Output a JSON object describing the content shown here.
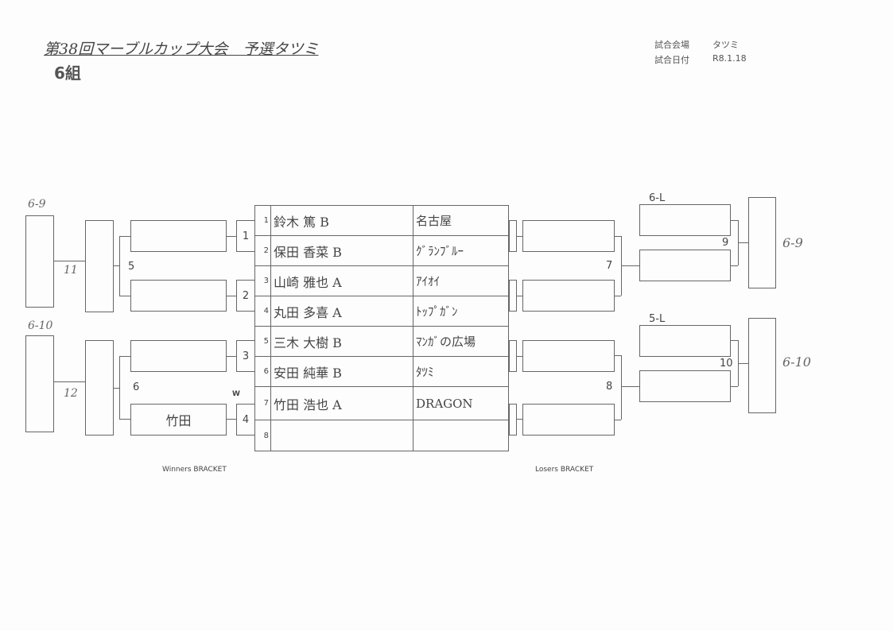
{
  "header": {
    "title": "第38回マーブルカップ大会　予選タツミ",
    "group": "6組",
    "venue_label": "試合会場",
    "venue": "タツミ",
    "date_label": "試合日付",
    "date": "R8.1.18"
  },
  "entries": [
    {
      "seed": "1",
      "name": "鈴木 篤 B",
      "team": "名古屋"
    },
    {
      "seed": "2",
      "name": "保田 香菜 B",
      "team": "ｸﾞﾗﾝﾌﾞﾙｰ"
    },
    {
      "seed": "3",
      "name": "山崎 雅也 A",
      "team": "ｱｲｵｲ"
    },
    {
      "seed": "4",
      "name": "丸田 多喜 A",
      "team": "ﾄｯﾌﾟｶﾞﾝ"
    },
    {
      "seed": "5",
      "name": "三木 大樹 B",
      "team": "ﾏﾝｶﾞの広場"
    },
    {
      "seed": "6",
      "name": "安田 純華 B",
      "team": "ﾀﾂﾐ"
    },
    {
      "seed": "7",
      "name": "竹田 浩也 A",
      "team": "DRAGON"
    },
    {
      "seed": "8",
      "name": "",
      "team": ""
    }
  ],
  "winners": {
    "label": "Winners BRACKET",
    "matches": [
      "1",
      "2",
      "3",
      "4",
      "5",
      "6"
    ],
    "walkover_mark": "W",
    "advanced_name": "竹田",
    "handwritten": {
      "m11": "11",
      "m12": "12",
      "top": "6-9",
      "bottom": "6-10"
    }
  },
  "losers": {
    "label": "Losers BRACKET",
    "matches": [
      "7",
      "8",
      "9",
      "10"
    ],
    "seed_top": "6-L",
    "seed_bottom": "5-L",
    "handwritten": {
      "top": "6-9",
      "bottom": "6-10"
    }
  }
}
